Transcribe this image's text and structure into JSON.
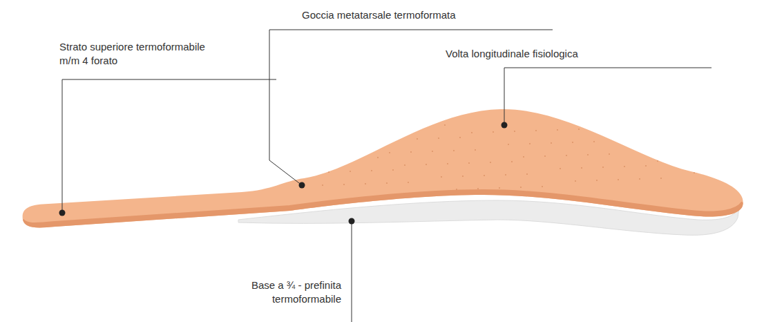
{
  "diagram": {
    "labels": [
      "Goccia metatarsale termoformata",
      "Strato superiore termoformabile m/m 4 forato",
      "Volta longitudinale fisiologica",
      "Base a ¾ - prefinita termoformabile"
    ]
  }
}
